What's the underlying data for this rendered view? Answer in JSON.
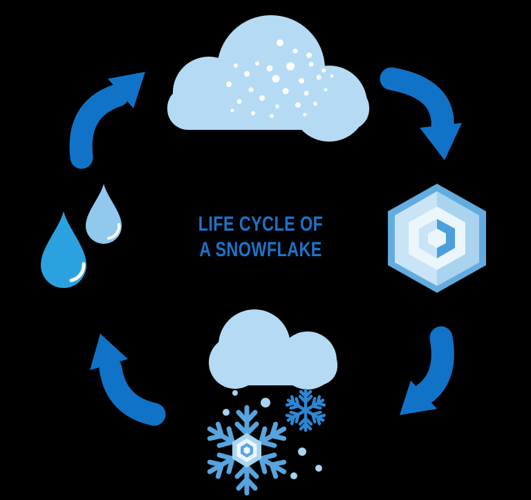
{
  "title": {
    "line1": "LIFE CYCLE OF",
    "line2": "A SNOWFLAKE"
  },
  "diagram": {
    "type": "cycle",
    "direction": "clockwise",
    "stages": [
      {
        "icon": "snow-cloud-icon",
        "position": "top"
      },
      {
        "icon": "ice-crystal-icon",
        "position": "right"
      },
      {
        "icon": "snowing-cloud-icon",
        "position": "bottom"
      },
      {
        "icon": "water-droplets-icon",
        "position": "left"
      }
    ],
    "arrows": [
      {
        "icon": "arrow-top-right-icon",
        "from": "top",
        "to": "right"
      },
      {
        "icon": "arrow-bottom-right-icon",
        "from": "right",
        "to": "bottom"
      },
      {
        "icon": "arrow-bottom-left-icon",
        "from": "bottom",
        "to": "left"
      },
      {
        "icon": "arrow-top-left-icon",
        "from": "left",
        "to": "top"
      }
    ]
  },
  "colors": {
    "background": "#000000",
    "arrow": "#1173C8",
    "title_text": "#1B74CB",
    "cloud": "#B5DBF4",
    "snow_dot": "#FFFFFF",
    "drop_dark": "#2BA2DF",
    "drop_light": "#90C8EE",
    "flake_main": "#57A4DE",
    "flake_small": "#2E86D2",
    "ground_dot": "#A8D4F1",
    "crystal_border": "#63ACE0",
    "crystal_light": "#C9E4F7",
    "crystal_mid": "#A9D3EF",
    "crystal_pale": "#EAF5FC",
    "crystal_dark": "#4D9EDB",
    "flake_hex_outer": "#A7D4F1",
    "flake_hex_mid": "#5AA5DE",
    "flake_hex_pale": "#EDF6FD"
  }
}
